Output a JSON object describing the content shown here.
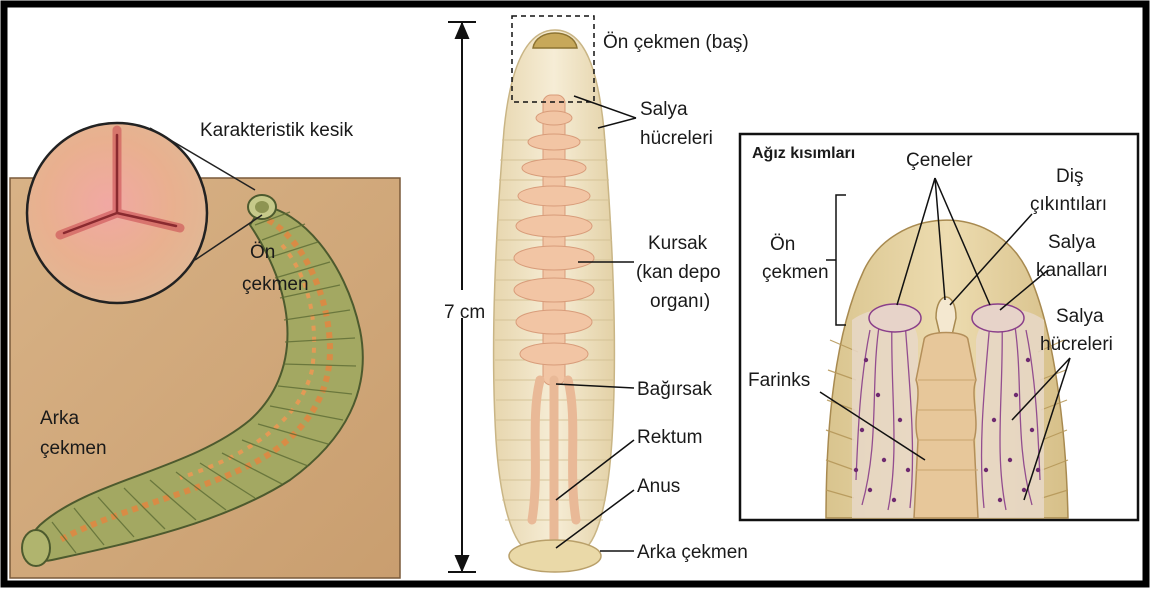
{
  "left_panel": {
    "label_characteristic_cut": "Karakteristik kesik",
    "label_front_sucker_line1": "Ön",
    "label_front_sucker_line2": "çekmen",
    "label_rear_sucker_line1": "Arka",
    "label_rear_sucker_line2": "çekmen"
  },
  "middle_panel": {
    "length_label": "7 cm",
    "label_head_sucker": "Ön çekmen (baş)",
    "label_salivary_line1": "Salya",
    "label_salivary_line2": "hücreleri",
    "label_crop_line1": "Kursak",
    "label_crop_line2": "(kan depo",
    "label_crop_line3": "organı)",
    "label_intestine": "Bağırsak",
    "label_rectum": "Rektum",
    "label_anus": "Anus",
    "label_rear_sucker": "Arka çekmen"
  },
  "inset_panel": {
    "title": "Ağız kısımları",
    "label_jaws": "Çeneler",
    "label_teeth_line1": "Diş",
    "label_teeth_line2": "çıkıntıları",
    "label_front_line1": "Ön",
    "label_front_line2": "çekmen",
    "label_salivary_ducts_line1": "Salya",
    "label_salivary_ducts_line2": "kanalları",
    "label_salivary_cells_line1": "Salya",
    "label_salivary_cells_line2": "hücreleri",
    "label_pharynx": "Farinks"
  },
  "colors": {
    "border": "#000000",
    "left_background": "#d9b48a",
    "leech_body": "#a9ad6b",
    "leech_stripe": "#d98b45",
    "skin": "#e6b49a",
    "body_beige": "#eee2c2",
    "crop": "#f2c5a4",
    "salivary": "#8a3f8a"
  }
}
